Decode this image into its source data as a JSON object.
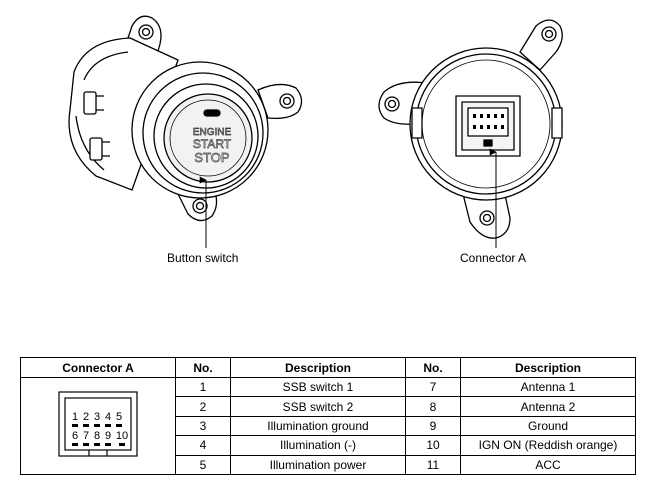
{
  "labels": {
    "button_switch": "Button switch",
    "connector_a": "Connector A"
  },
  "button_text": [
    "ENGINE",
    "START",
    "STOP"
  ],
  "table": {
    "headers": [
      "Connector A",
      "No.",
      "Description",
      "No.",
      "Description"
    ],
    "rows": [
      {
        "no1": "1",
        "desc1": "SSB switch 1",
        "no2": "7",
        "desc2": "Antenna 1"
      },
      {
        "no1": "2",
        "desc1": "SSB switch 2",
        "no2": "8",
        "desc2": "Antenna 2"
      },
      {
        "no1": "3",
        "desc1": "Illumination ground",
        "no2": "9",
        "desc2": "Ground"
      },
      {
        "no1": "4",
        "desc1": "Illumination (-)",
        "no2": "10",
        "desc2": "IGN ON (Reddish orange)"
      },
      {
        "no1": "5",
        "desc1": "Illumination power",
        "no2": "11",
        "desc2": "ACC"
      }
    ]
  },
  "pinout": {
    "top_row": [
      "1",
      "2",
      "3",
      "4",
      "5"
    ],
    "bottom_row": [
      "6",
      "7",
      "8",
      "9",
      "10"
    ]
  }
}
